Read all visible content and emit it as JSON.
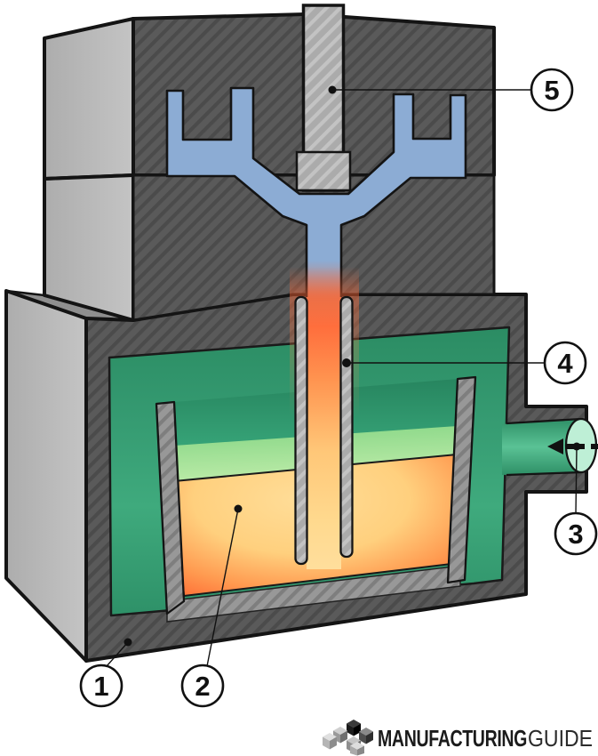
{
  "callouts": [
    {
      "label": "1"
    },
    {
      "label": "2"
    },
    {
      "label": "3"
    },
    {
      "label": "4"
    },
    {
      "label": "5"
    }
  ],
  "logo": {
    "brand": "MANUFACTURING",
    "suffix": "GUIDE"
  },
  "colors": {
    "steel_dark": "#5A5A5A",
    "steel_hatch": "#4B4B4B",
    "steel_face_light": "#B9B9B9",
    "rod_light": "#ABABAB",
    "cavity_blue": "#8CACD4",
    "gas_green": "#3AA57A",
    "gas_green_dark": "#2B8C63",
    "pipe_end_mint": "#BEEFD6",
    "melt_surface_green": "#9ADF92",
    "melt_yellow": "#FFDD98",
    "melt_orange": "#FF6430",
    "outline": "#141414"
  }
}
